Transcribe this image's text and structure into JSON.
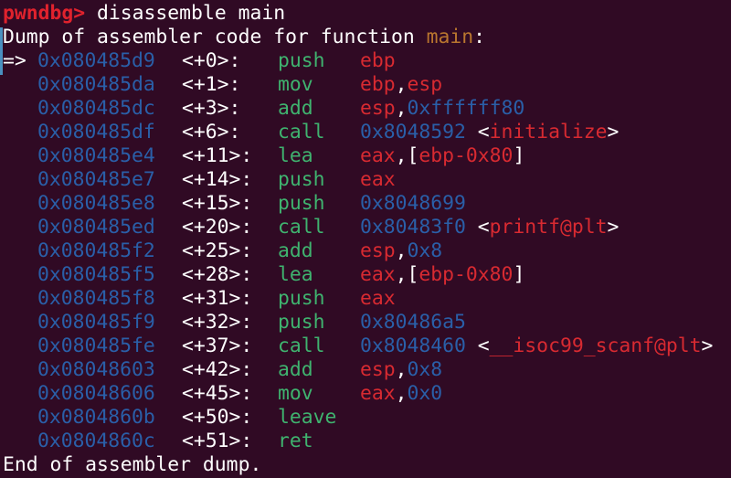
{
  "terminal": {
    "prompt": "pwndbg>",
    "command": " disassemble main",
    "dump_header_prefix": "Dump of assembler code for function ",
    "function_name": "main",
    "dump_header_suffix": ":",
    "current_marker": "=>",
    "instructions": [
      {
        "addr": "0x080485d9",
        "offset": "<+0>:",
        "mnemonic": "push",
        "operands": [
          {
            "t": "reg",
            "v": "ebp"
          }
        ]
      },
      {
        "addr": "0x080485da",
        "offset": "<+1>:",
        "mnemonic": "mov",
        "operands": [
          {
            "t": "reg",
            "v": "ebp"
          },
          {
            "t": "punct",
            "v": ","
          },
          {
            "t": "reg",
            "v": "esp"
          }
        ]
      },
      {
        "addr": "0x080485dc",
        "offset": "<+3>:",
        "mnemonic": "add",
        "operands": [
          {
            "t": "reg",
            "v": "esp"
          },
          {
            "t": "punct",
            "v": ","
          },
          {
            "t": "imm",
            "v": "0xffffff80"
          }
        ]
      },
      {
        "addr": "0x080485df",
        "offset": "<+6>:",
        "mnemonic": "call",
        "operands": [
          {
            "t": "imm",
            "v": "0x8048592"
          },
          {
            "t": "punct",
            "v": " <"
          },
          {
            "t": "sym",
            "v": "initialize"
          },
          {
            "t": "punct",
            "v": ">"
          }
        ]
      },
      {
        "addr": "0x080485e4",
        "offset": "<+11>:",
        "mnemonic": "lea",
        "operands": [
          {
            "t": "reg",
            "v": "eax"
          },
          {
            "t": "punct",
            "v": ",["
          },
          {
            "t": "reg",
            "v": "ebp-0x80"
          },
          {
            "t": "punct",
            "v": "]"
          }
        ]
      },
      {
        "addr": "0x080485e7",
        "offset": "<+14>:",
        "mnemonic": "push",
        "operands": [
          {
            "t": "reg",
            "v": "eax"
          }
        ]
      },
      {
        "addr": "0x080485e8",
        "offset": "<+15>:",
        "mnemonic": "push",
        "operands": [
          {
            "t": "imm",
            "v": "0x8048699"
          }
        ]
      },
      {
        "addr": "0x080485ed",
        "offset": "<+20>:",
        "mnemonic": "call",
        "operands": [
          {
            "t": "imm",
            "v": "0x80483f0"
          },
          {
            "t": "punct",
            "v": " <"
          },
          {
            "t": "sym",
            "v": "printf@plt"
          },
          {
            "t": "punct",
            "v": ">"
          }
        ]
      },
      {
        "addr": "0x080485f2",
        "offset": "<+25>:",
        "mnemonic": "add",
        "operands": [
          {
            "t": "reg",
            "v": "esp"
          },
          {
            "t": "punct",
            "v": ","
          },
          {
            "t": "imm",
            "v": "0x8"
          }
        ]
      },
      {
        "addr": "0x080485f5",
        "offset": "<+28>:",
        "mnemonic": "lea",
        "operands": [
          {
            "t": "reg",
            "v": "eax"
          },
          {
            "t": "punct",
            "v": ",["
          },
          {
            "t": "reg",
            "v": "ebp-0x80"
          },
          {
            "t": "punct",
            "v": "]"
          }
        ]
      },
      {
        "addr": "0x080485f8",
        "offset": "<+31>:",
        "mnemonic": "push",
        "operands": [
          {
            "t": "reg",
            "v": "eax"
          }
        ]
      },
      {
        "addr": "0x080485f9",
        "offset": "<+32>:",
        "mnemonic": "push",
        "operands": [
          {
            "t": "imm",
            "v": "0x80486a5"
          }
        ]
      },
      {
        "addr": "0x080485fe",
        "offset": "<+37>:",
        "mnemonic": "call",
        "operands": [
          {
            "t": "imm",
            "v": "0x8048460"
          },
          {
            "t": "punct",
            "v": " <"
          },
          {
            "t": "sym",
            "v": "__isoc99_scanf@plt"
          },
          {
            "t": "punct",
            "v": ">"
          }
        ]
      },
      {
        "addr": "0x08048603",
        "offset": "<+42>:",
        "mnemonic": "add",
        "operands": [
          {
            "t": "reg",
            "v": "esp"
          },
          {
            "t": "punct",
            "v": ","
          },
          {
            "t": "imm",
            "v": "0x8"
          }
        ]
      },
      {
        "addr": "0x08048606",
        "offset": "<+45>:",
        "mnemonic": "mov",
        "operands": [
          {
            "t": "reg",
            "v": "eax"
          },
          {
            "t": "punct",
            "v": ","
          },
          {
            "t": "imm",
            "v": "0x0"
          }
        ]
      },
      {
        "addr": "0x0804860b",
        "offset": "<+50>:",
        "mnemonic": "leave",
        "operands": []
      },
      {
        "addr": "0x0804860c",
        "offset": "<+51>:",
        "mnemonic": "ret",
        "operands": []
      }
    ],
    "footer": "End of assembler dump."
  },
  "colors": {
    "background": "#300a24",
    "prompt": "#e0222d",
    "address": "#2a5fa8",
    "mnemonic": "#3fb36f",
    "register": "#d82a31",
    "function_name": "#b9762f"
  }
}
